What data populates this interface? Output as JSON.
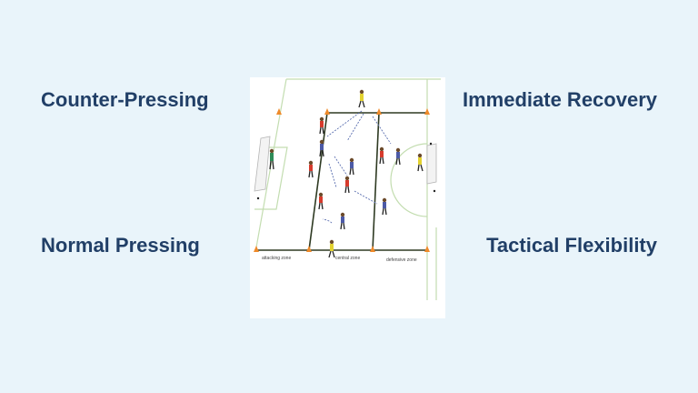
{
  "labels": {
    "top_left": "Counter-Pressing",
    "top_right": "Immediate Recovery",
    "bottom_left": "Normal Pressing",
    "bottom_right": "Tactical Flexibility"
  },
  "diagram": {
    "zones": {
      "attacking": "attacking zone",
      "central": "central zone",
      "defensive": "defensive zone"
    },
    "colors": {
      "pitch_line": "#c3ddb0",
      "zone_line": "#2e3a22",
      "cone": "#ef8a2a",
      "red_team": "#d63a2c",
      "blue_team": "#4c5aa6",
      "neutral": "#e3d22f",
      "keeper": "#2e8b57",
      "arrow": "#5b6fb0"
    }
  }
}
